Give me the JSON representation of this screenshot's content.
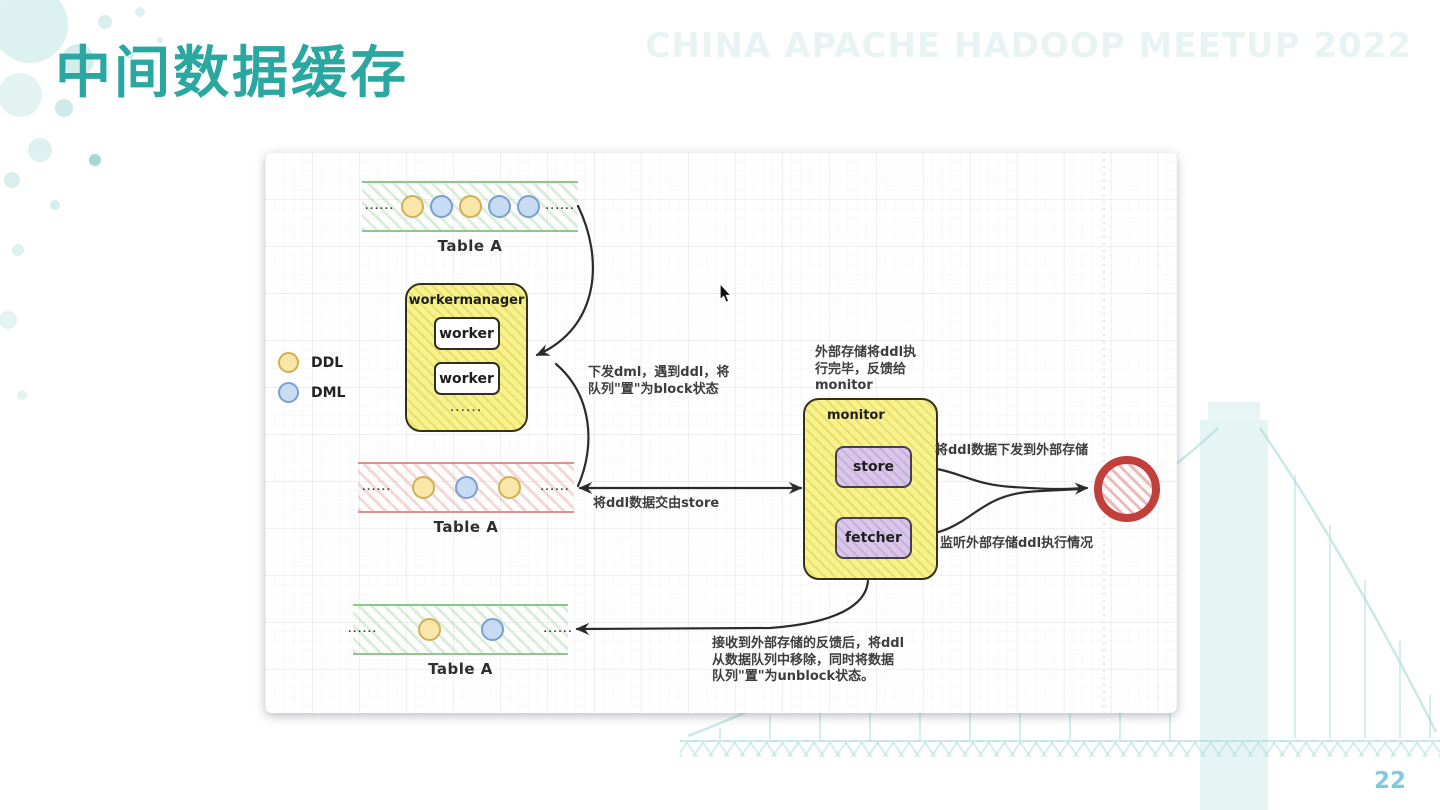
{
  "slide": {
    "title": "中间数据缓存",
    "watermark": "CHINA APACHE HADOOP MEETUP 2022",
    "page_number": "22"
  },
  "colors": {
    "accent": "#2AA7A0",
    "ddl_fill": "#F8E7A9",
    "ddl_border": "#D2AF56",
    "dml_fill": "#C7DBF2",
    "dml_border": "#7AA0CD",
    "green_table": "#8CC88C",
    "red_table": "#DE8F8F",
    "yellow_box": "#F7F28B",
    "purple_box": "#D9C6EA",
    "external_storage_ring": "#C2403C"
  },
  "legend": {
    "items": [
      {
        "label": "DDL",
        "type": "ddl"
      },
      {
        "label": "DML",
        "type": "dml"
      }
    ]
  },
  "diagram": {
    "tables": [
      {
        "label": "Table A",
        "variant": "green",
        "left_ellipsis": "......",
        "dots": [
          "ddl",
          "dml",
          "ddl",
          "dml",
          "dml"
        ],
        "right_ellipsis": "......"
      },
      {
        "label": "Table A",
        "variant": "red",
        "left_ellipsis": "......",
        "dots": [
          "ddl",
          "dml",
          "ddl"
        ],
        "right_ellipsis": "......"
      },
      {
        "label": "Table A",
        "variant": "green",
        "left_ellipsis": "......",
        "dots": [
          "ddl",
          "dml"
        ],
        "right_ellipsis": "......"
      }
    ],
    "workermanager": {
      "title": "workermanager",
      "workers": [
        "worker",
        "worker"
      ],
      "ellipsis": "......"
    },
    "monitor": {
      "title": "monitor",
      "children": {
        "store": "store",
        "fetcher": "fetcher"
      }
    },
    "annotations": {
      "dispatch_dml": "下发dml，遇到ddl，将\n队列\"置\"为block状态",
      "external_done": "外部存储将ddl执\n行完毕，反馈给\nmonitor",
      "handoff_store": "将ddl数据交由store",
      "send_external": "将ddl数据下发到外部存储",
      "listen_external": "监听外部存储ddl执行情况",
      "receive_feedback": "接收到外部存储的反馈后，将ddl\n从数据队列中移除，同时将数据\n队列\"置\"为unblock状态。"
    }
  }
}
